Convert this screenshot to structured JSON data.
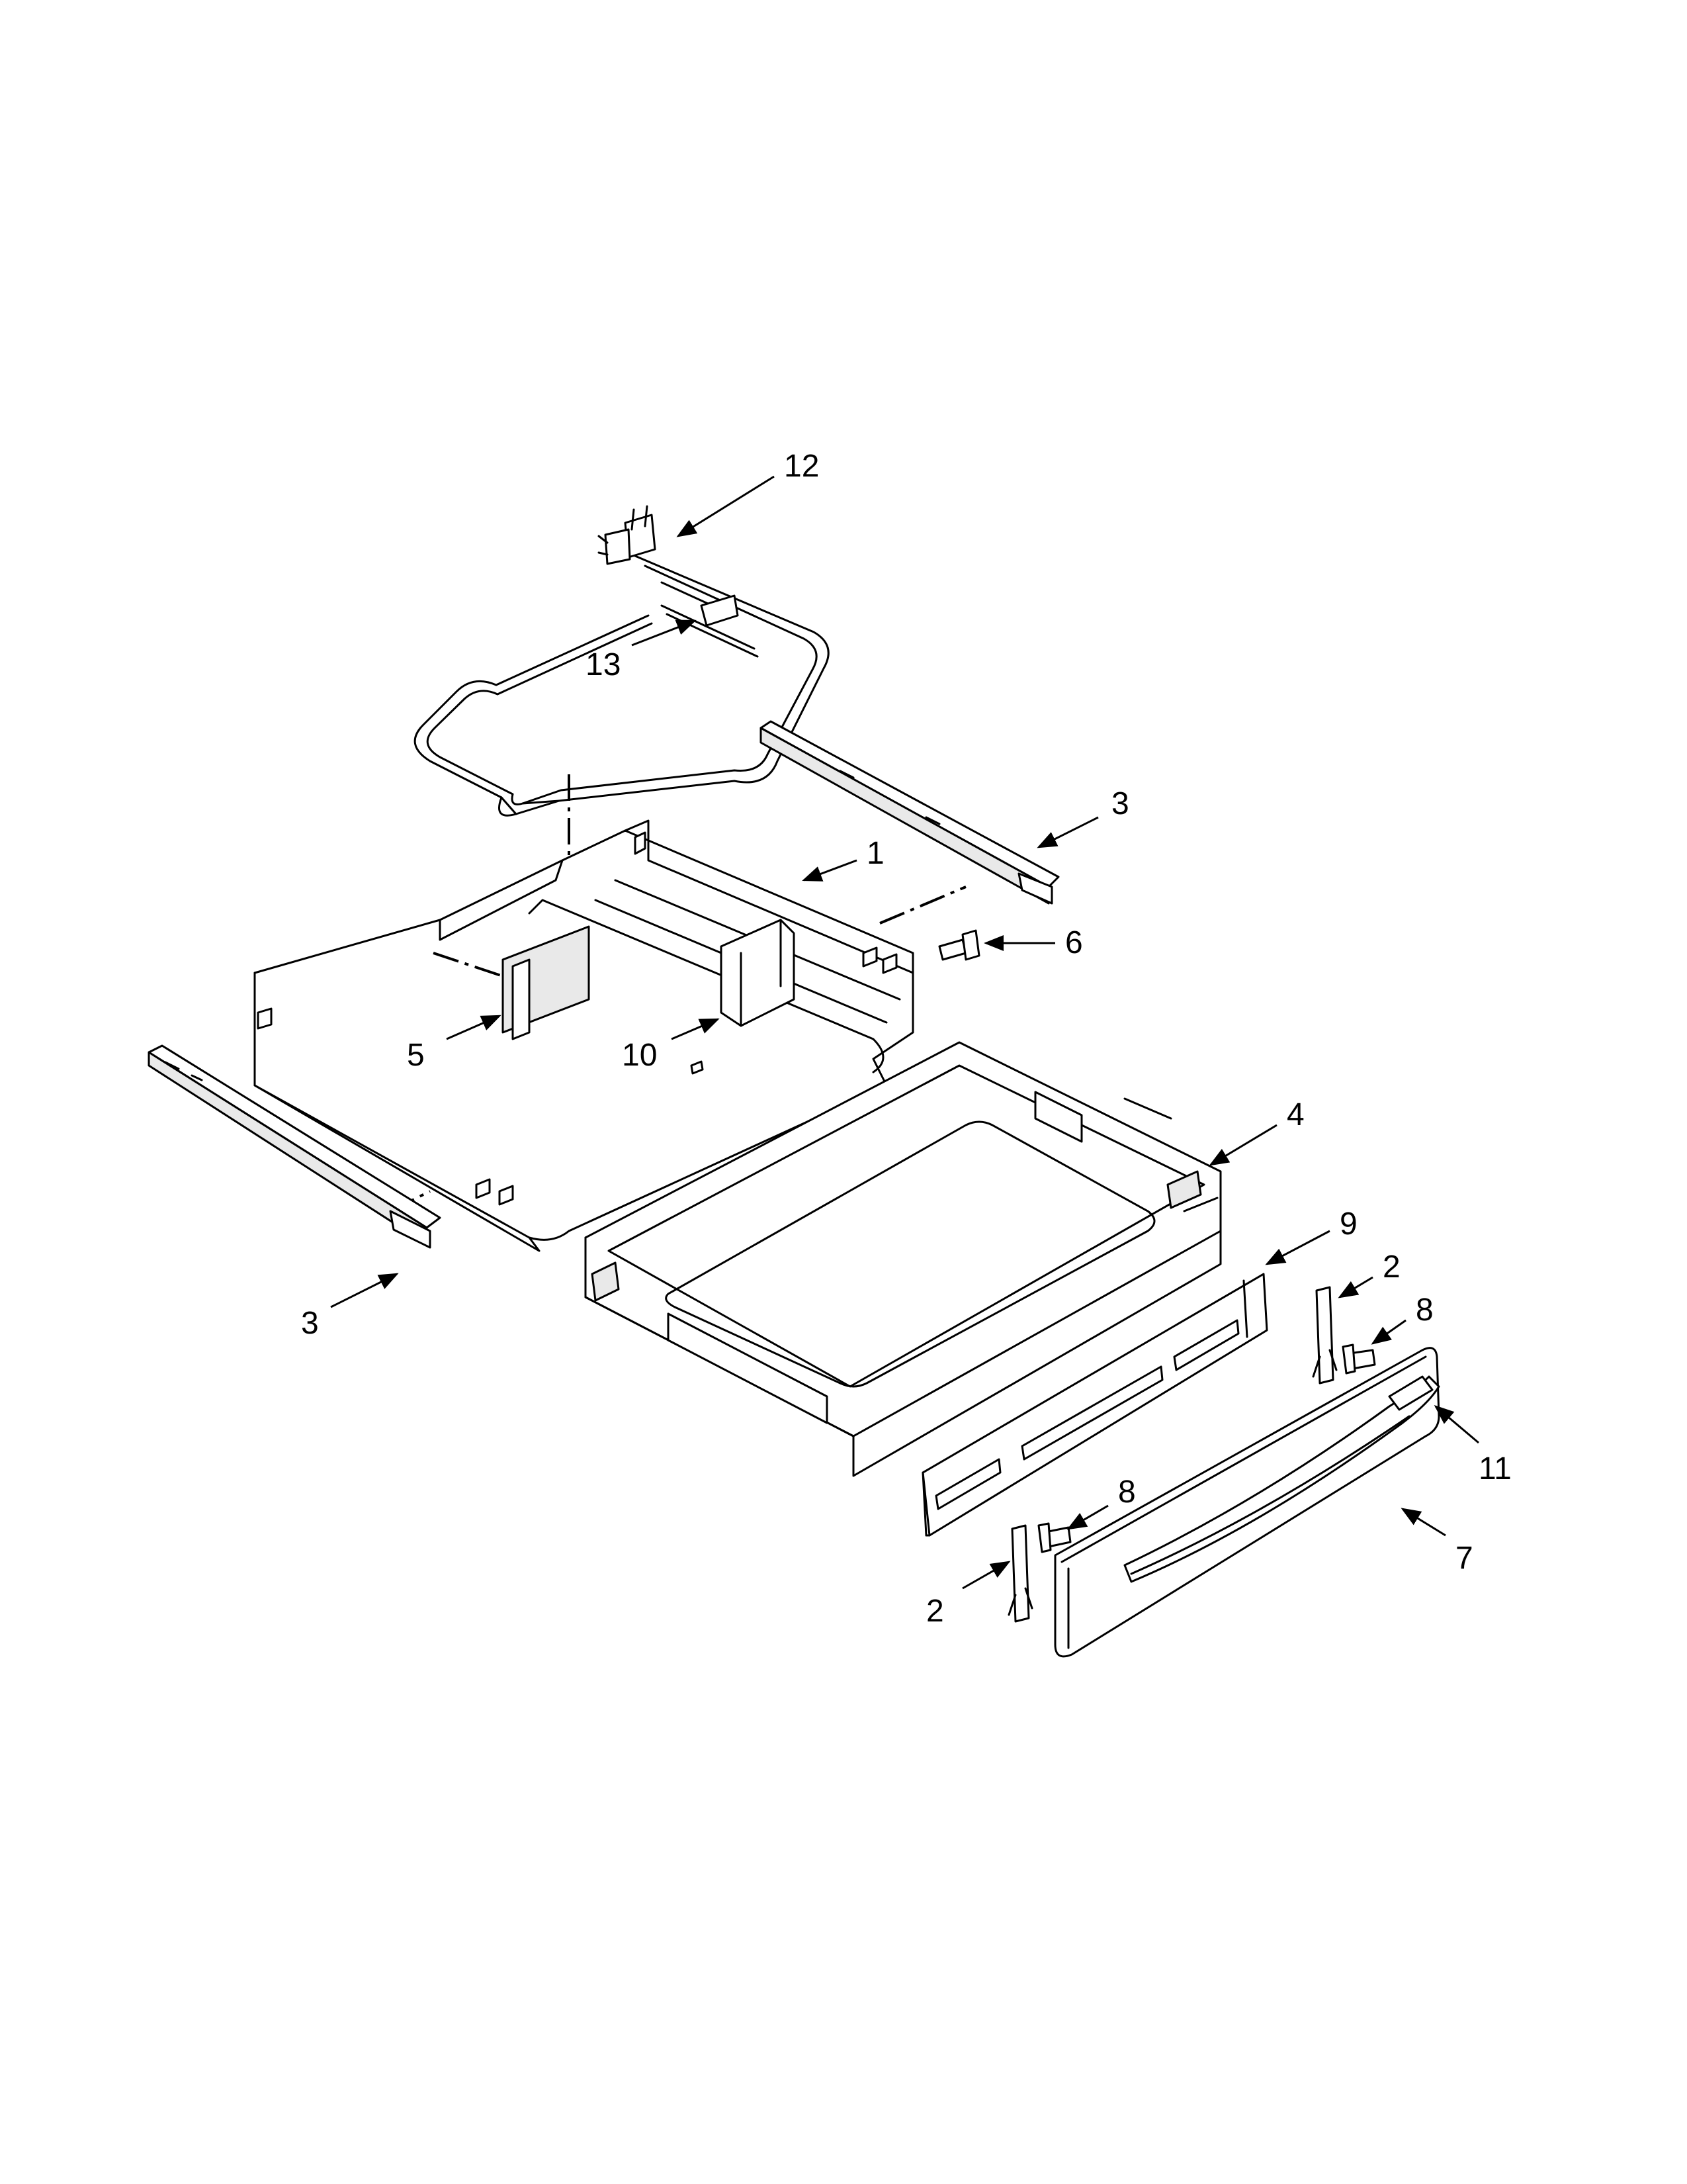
{
  "callouts": [
    {
      "id": "12",
      "label": "12"
    },
    {
      "id": "13",
      "label": "13"
    },
    {
      "id": "3a",
      "label": "3"
    },
    {
      "id": "1",
      "label": "1"
    },
    {
      "id": "6",
      "label": "6"
    },
    {
      "id": "5",
      "label": "5"
    },
    {
      "id": "10",
      "label": "10"
    },
    {
      "id": "4",
      "label": "4"
    },
    {
      "id": "3b",
      "label": "3"
    },
    {
      "id": "9",
      "label": "9"
    },
    {
      "id": "2a",
      "label": "2"
    },
    {
      "id": "8a",
      "label": "8"
    },
    {
      "id": "11",
      "label": "11"
    },
    {
      "id": "8b",
      "label": "8"
    },
    {
      "id": "7",
      "label": "7"
    },
    {
      "id": "2b",
      "label": "2"
    }
  ]
}
